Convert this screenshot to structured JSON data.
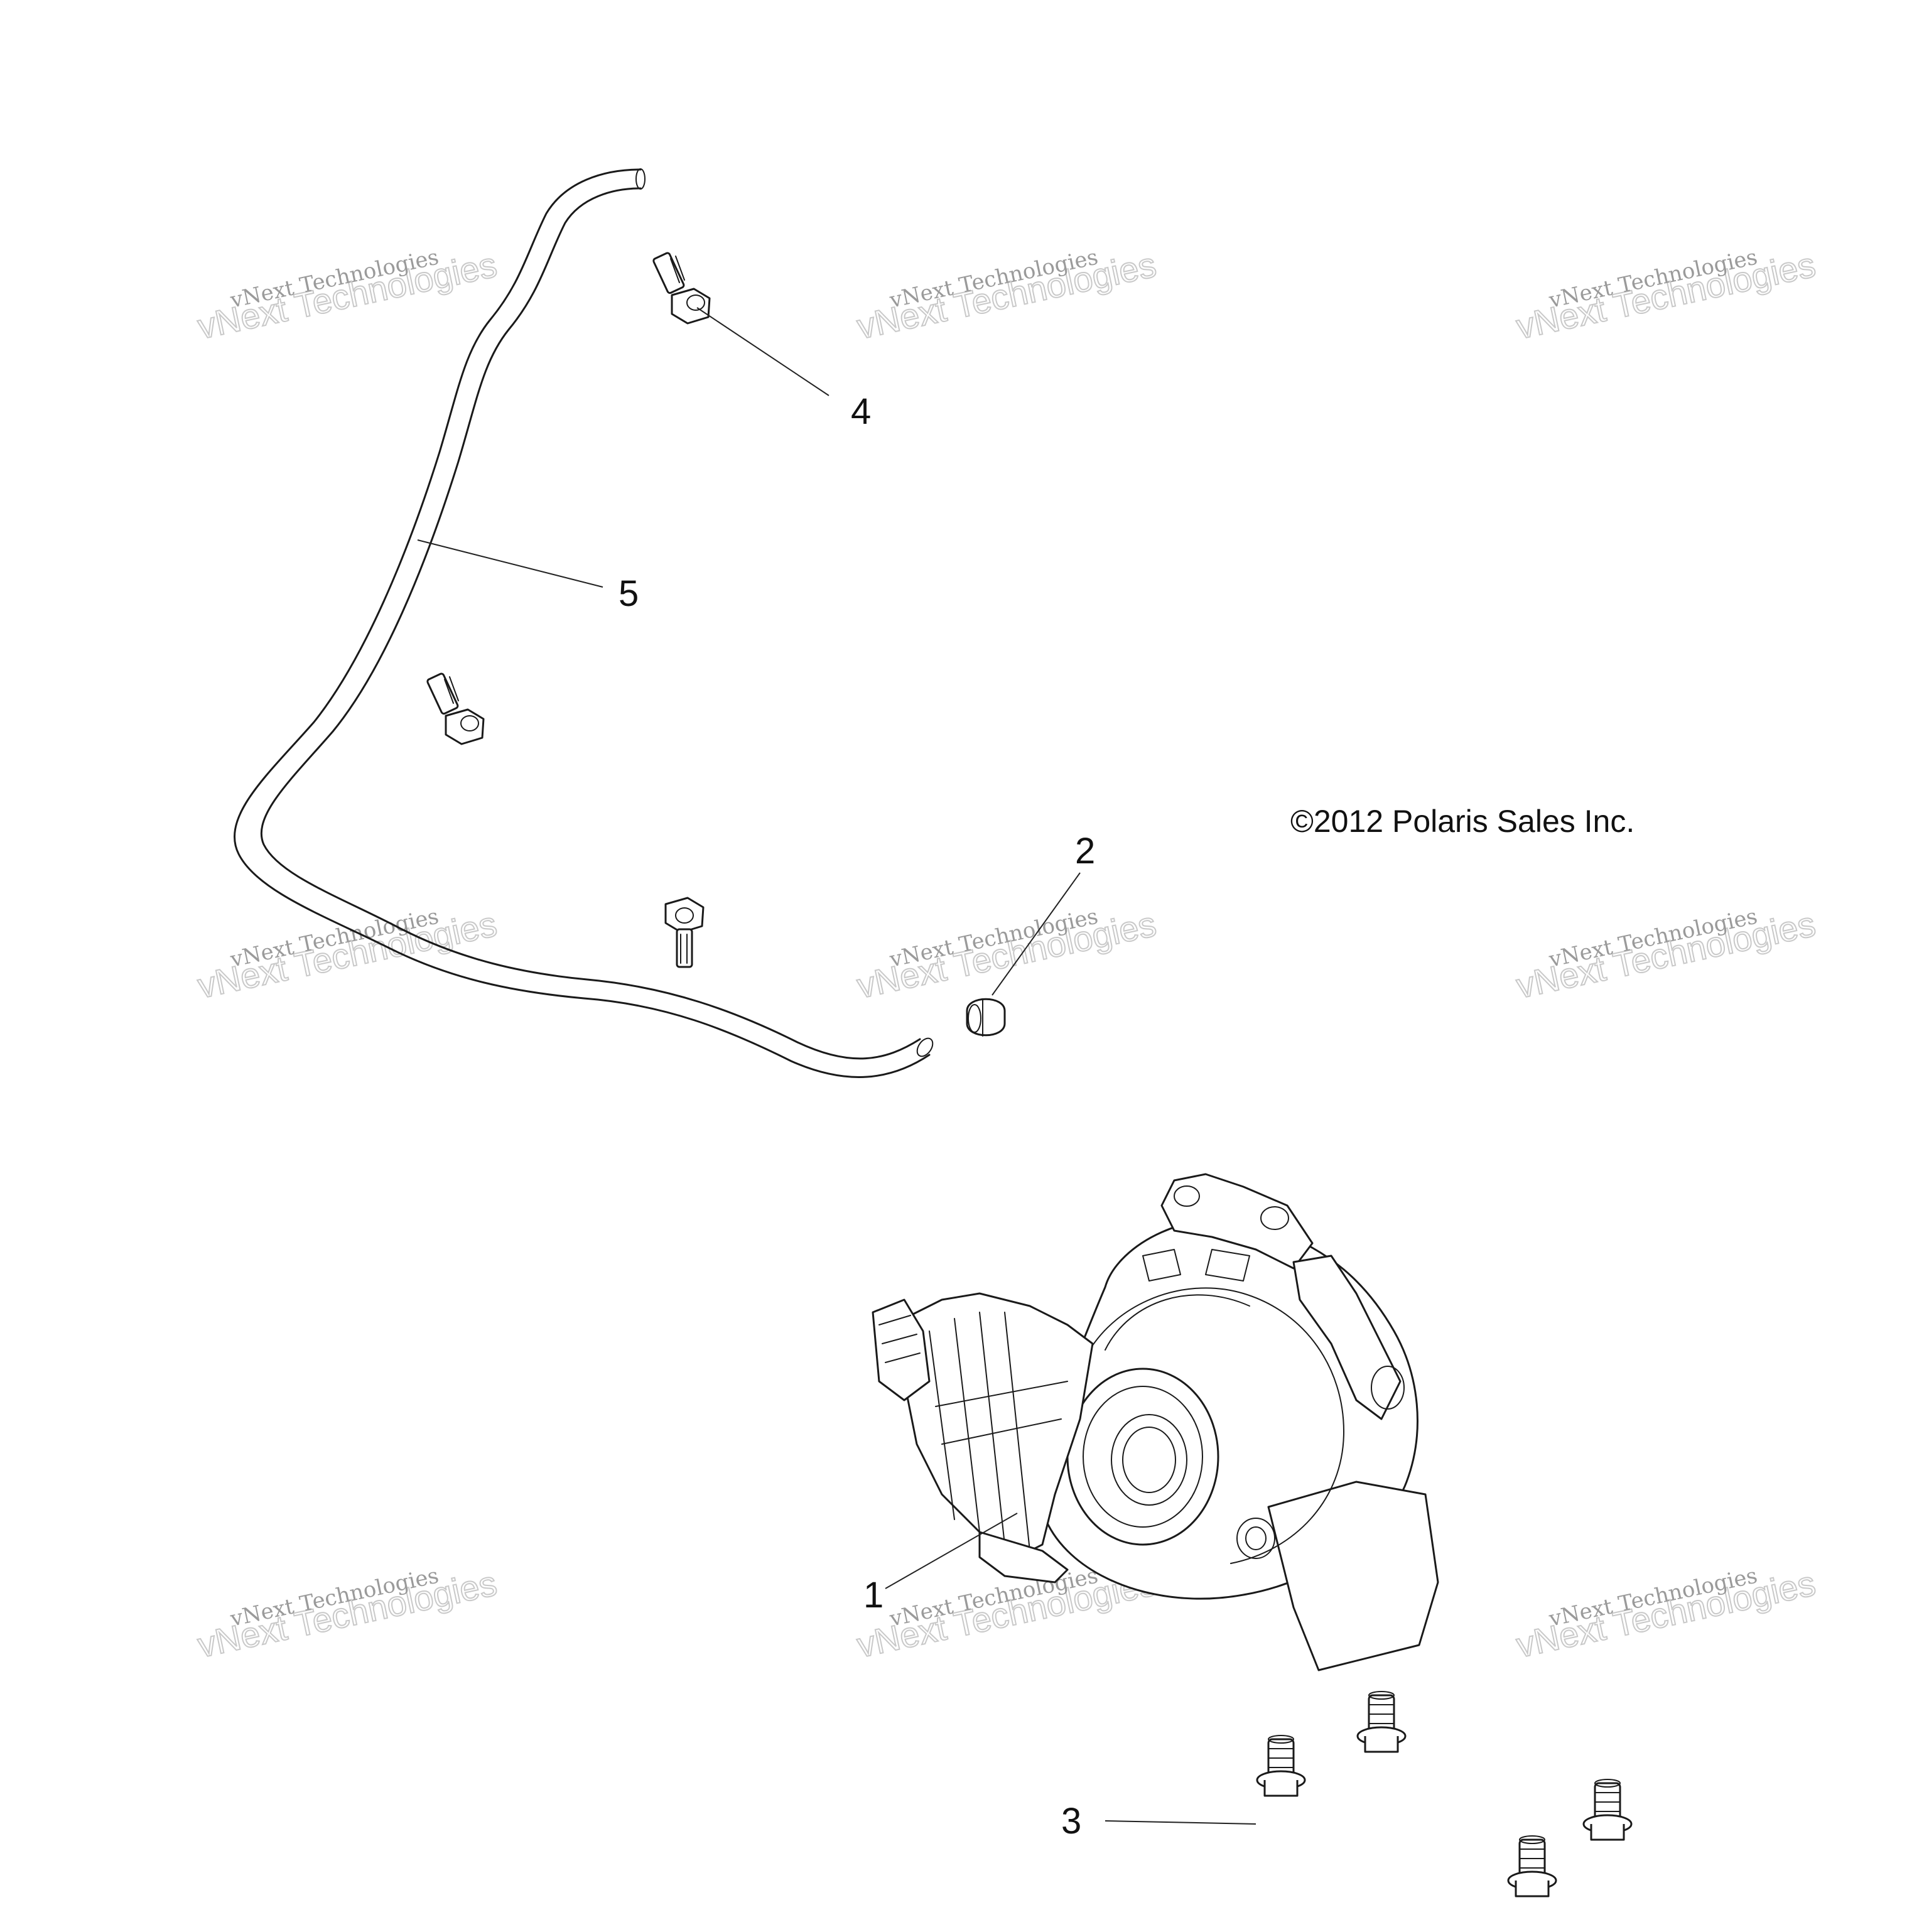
{
  "copyright": "©2012 Polaris Sales Inc.",
  "watermark": {
    "small": "vNext Technologies",
    "large": "vNext Technologies"
  },
  "callouts": [
    "1",
    "2",
    "3",
    "4",
    "5"
  ],
  "parts": [
    {
      "ref": "1",
      "part": "gearcase-assembly"
    },
    {
      "ref": "2",
      "part": "hose-clamp"
    },
    {
      "ref": "3",
      "part": "flange-bolt"
    },
    {
      "ref": "4",
      "part": "hose-clip"
    },
    {
      "ref": "5",
      "part": "vent-hose"
    }
  ]
}
